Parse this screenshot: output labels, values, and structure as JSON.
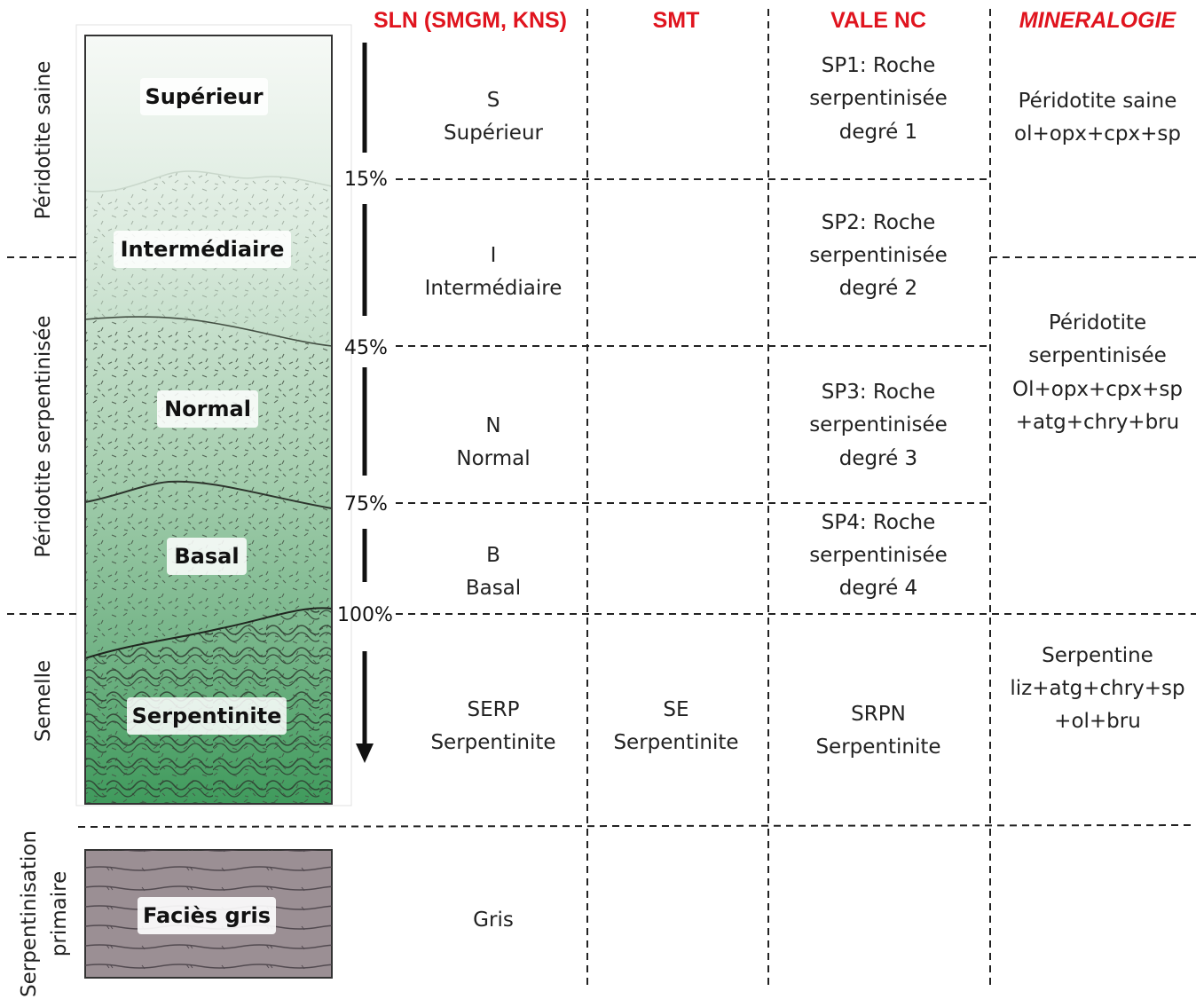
{
  "headers": {
    "sln": "SLN (SMGM, KNS)",
    "smt": "SMT",
    "vale": "VALE NC",
    "mineralogie": "MINERALOGIE"
  },
  "zones": {
    "peridotite_saine": "Péridotite saine",
    "peridotite_serpentinisee": "Péridotite serpentinisée",
    "semelle": "Semelle",
    "serpentinisation_1": "Serpentinisation",
    "serpentinisation_2": "primaire"
  },
  "layers": {
    "superieur": "Supérieur",
    "intermediaire": "Intermédiaire",
    "normal": "Normal",
    "basal": "Basal",
    "serpentinite": "Serpentinite",
    "facies_gris": "Faciès gris"
  },
  "percentages": {
    "p15": "15%",
    "p45": "45%",
    "p75": "75%",
    "p100": "100%"
  },
  "sln": {
    "s_code": "S",
    "s_name": "Supérieur",
    "i_code": "I",
    "i_name": "Intermédiaire",
    "n_code": "N",
    "n_name": "Normal",
    "b_code": "B",
    "b_name": "Basal",
    "serp_code": "SERP",
    "serp_name": "Serpentinite",
    "gris": "Gris"
  },
  "smt": {
    "se_code": "SE",
    "se_name": "Serpentinite"
  },
  "vale": {
    "sp1_a": "SP1: Roche",
    "sp1_b": "serpentinisée",
    "sp1_c": "degré 1",
    "sp2_a": "SP2: Roche",
    "sp2_b": "serpentinisée",
    "sp2_c": "degré 2",
    "sp3_a": "SP3: Roche",
    "sp3_b": "serpentinisée",
    "sp3_c": "degré 3",
    "sp4_a": "SP4: Roche",
    "sp4_b": "serpentinisée",
    "sp4_c": "degré 4",
    "srpn_code": "SRPN",
    "srpn_name": "Serpentinite"
  },
  "mineralogie": {
    "saine_1": "Péridotite saine",
    "saine_2": "ol+opx+cpx+sp",
    "serp_1": "Péridotite",
    "serp_2": "serpentinisée",
    "serp_3": "Ol+opx+cpx+sp",
    "serp_4": "+atg+chry+bru",
    "serpentine_1": "Serpentine",
    "serpentine_2": "liz+atg+chry+sp",
    "serpentine_3": "+ol+bru"
  },
  "colors": {
    "header_red": "#e0141e",
    "column_top": "#f4f8f4",
    "column_bottom": "#3f9a5c",
    "facies_gris": "#9b8f94"
  }
}
